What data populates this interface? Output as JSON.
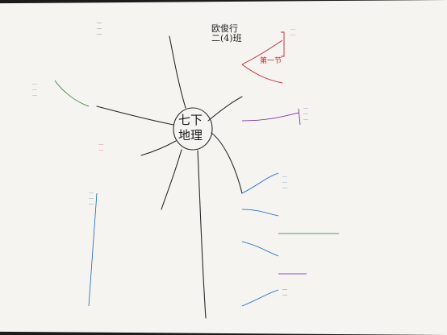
{
  "center_topic_lines": [
    "七下",
    "地理"
  ],
  "author_lines": [
    "欧俊行",
    "二(4)班"
  ],
  "section_headings": [
    "第一节"
  ],
  "illegible_placeholder": "…",
  "colors": {
    "paper": "#f5f4f0",
    "background": "#1b1b1b",
    "ink_black": "#222222",
    "ink_red": "#c62828",
    "ink_orange": "#e65100",
    "ink_blue": "#1565c0",
    "ink_green": "#2e7d32",
    "ink_purple": "#6a1b9a"
  }
}
